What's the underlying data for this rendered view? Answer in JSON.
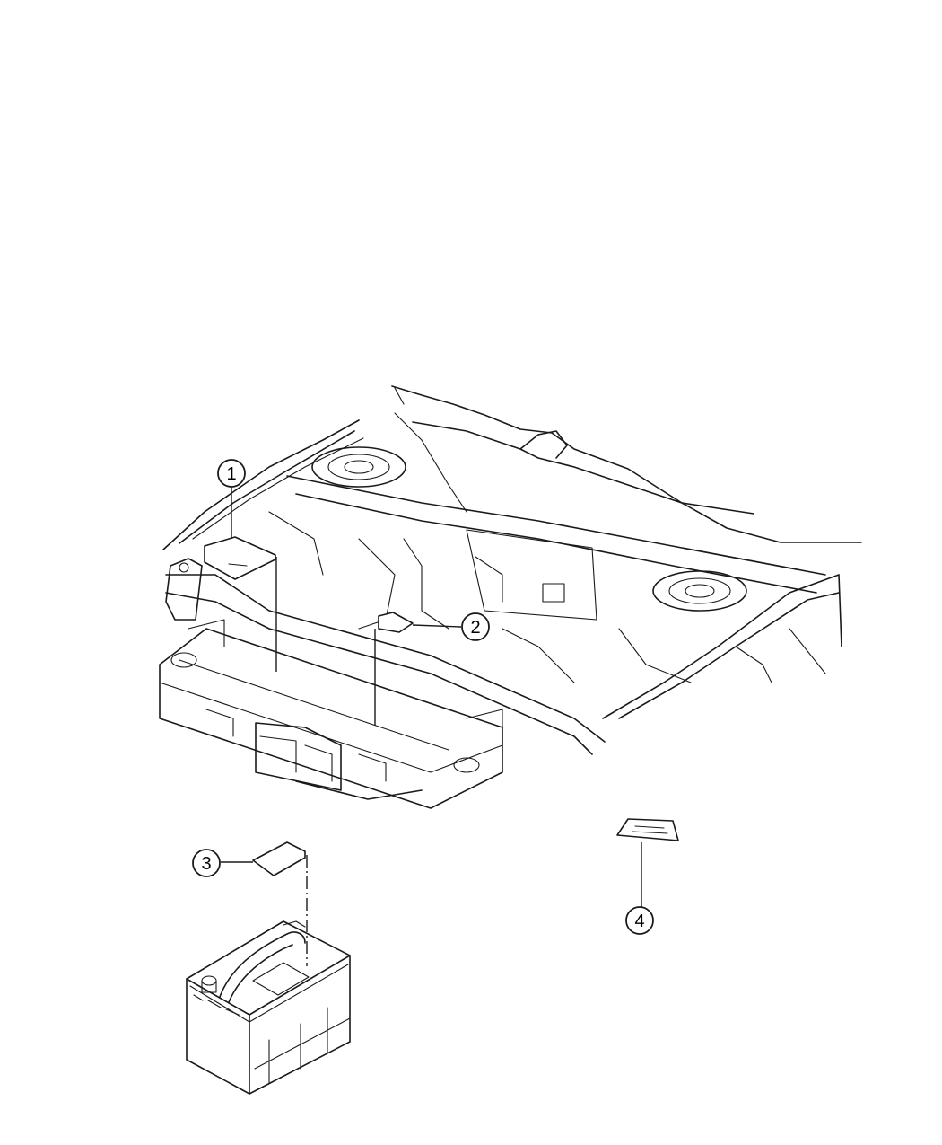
{
  "callouts": [
    {
      "id": "callout-1",
      "label": "1"
    },
    {
      "id": "callout-2",
      "label": "2"
    },
    {
      "id": "callout-3",
      "label": "3"
    },
    {
      "id": "callout-4",
      "label": "4"
    }
  ],
  "colors": {
    "line": "#1a1a1a",
    "background": "#ffffff"
  }
}
